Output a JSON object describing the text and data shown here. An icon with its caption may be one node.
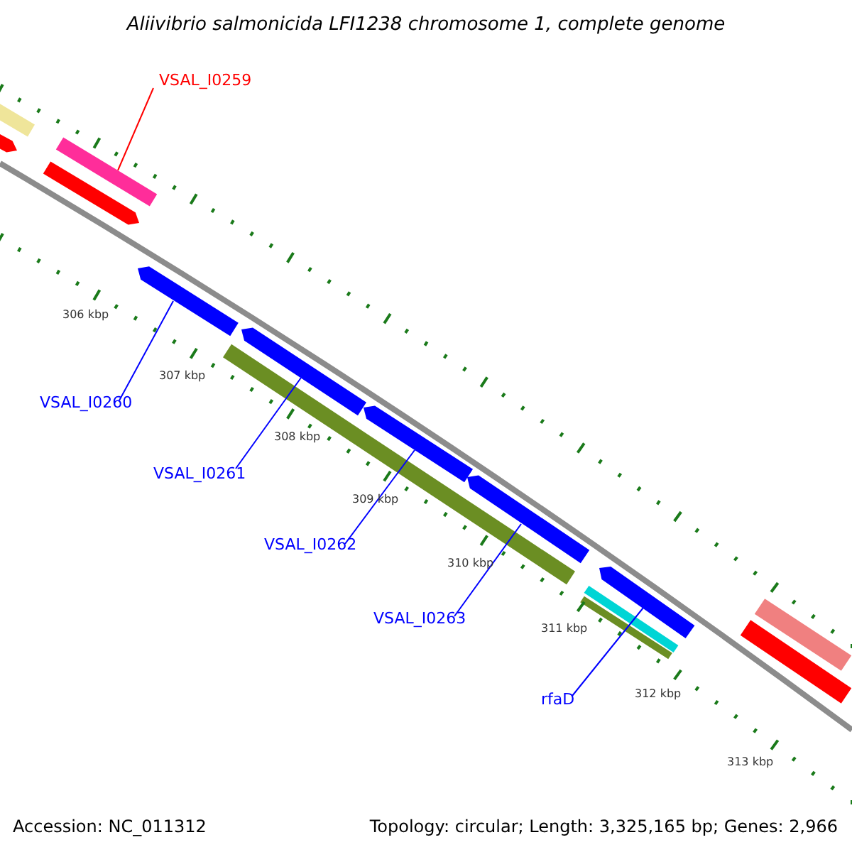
{
  "diagram": {
    "title": "Aliivibrio salmonicida LFI1238 chromosome 1, complete genome",
    "nodes": [
      {
        "text": [
          "VSAL_I0259"
        ]
      },
      {
        "text": [],
        "shape": "bar"
      },
      {
        "text": [
          "VSAL_I0260"
        ]
      },
      {
        "text": [],
        "shape": "bar"
      },
      {
        "text": [
          "VSAL_I0261"
        ]
      },
      {
        "text": [],
        "shape": "bar"
      },
      {
        "text": [
          "VSAL_I0262"
        ]
      },
      {
        "text": [],
        "shape": "bar"
      },
      {
        "text": [
          "VSAL_I0263"
        ]
      },
      {
        "text": [],
        "shape": "bar"
      },
      {
        "text": [
          "rfaD"
        ]
      },
      {
        "text": [],
        "shape": "bar"
      }
    ],
    "edges": [
      {
        "from": 0,
        "to": 1,
        "arrow": "none",
        "color": "#ff0000"
      },
      {
        "from": 2,
        "to": 3,
        "arrow": "none"
      },
      {
        "from": 4,
        "to": 5,
        "arrow": "none"
      },
      {
        "from": 6,
        "to": 7,
        "arrow": "none"
      },
      {
        "from": 8,
        "to": 9,
        "arrow": "none"
      },
      {
        "from": 10,
        "to": 11,
        "arrow": "none"
      }
    ],
    "labels": [
      "306 kbp",
      "307 kbp",
      "308 kbp",
      "309 kbp",
      "310 kbp",
      "311 kbp",
      "312 kbp",
      "313 kbp",
      "Accession: NC_011312",
      "Topology: circular; Length: 3,325,165 bp; Genes: 2,966"
    ]
  }
}
